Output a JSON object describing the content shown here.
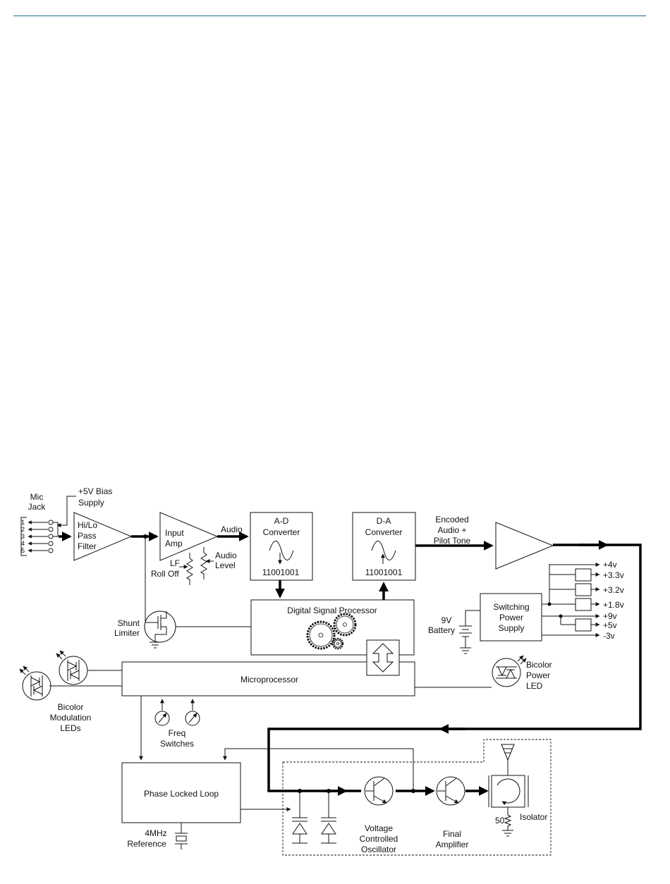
{
  "labels": {
    "mic_jack": [
      "Mic",
      "Jack"
    ],
    "bias_supply": [
      "+5V Bias",
      "Supply"
    ],
    "pins": [
      "1",
      "2",
      "3",
      "4",
      "5"
    ],
    "filter": [
      "Hi/Lo",
      "Pass",
      "Filter"
    ],
    "input_amp": [
      "Input",
      "Amp"
    ],
    "audio": "Audio",
    "lf_rolloff": [
      "LF",
      "Roll Off"
    ],
    "audio_level": [
      "Audio",
      "Level"
    ],
    "ad": [
      "A-D",
      "Converter"
    ],
    "ad_bits": "11001001",
    "da": [
      "D-A",
      "Converter"
    ],
    "da_bits": "11001001",
    "encoded": [
      "Encoded",
      "Audio +",
      "Pilot Tone"
    ],
    "dsp": "Digital Signal Processor",
    "shunt": [
      "Shunt",
      "Limiter"
    ],
    "battery": [
      "9V",
      "Battery"
    ],
    "psu": [
      "Switching",
      "Power",
      "Supply"
    ],
    "voltages": [
      "+4v",
      "+3.3v",
      "+3.2v",
      "+1.8v",
      "+9v",
      "+5v",
      "-3v"
    ],
    "micro": "Microprocessor",
    "power_led": [
      "Bicolor",
      "Power",
      "LED"
    ],
    "mod_leds": [
      "Bicolor",
      "Modulation",
      "LEDs"
    ],
    "freq": [
      "Freq",
      "Switches"
    ],
    "pll": "Phase Locked Loop",
    "reference": [
      "4MHz",
      "Reference"
    ],
    "vco": [
      "Voltage",
      "Controlled",
      "Oscillator"
    ],
    "final_amp": [
      "Final",
      "Amplifier"
    ],
    "isolator": "Isolator",
    "resistor_50": "50"
  }
}
